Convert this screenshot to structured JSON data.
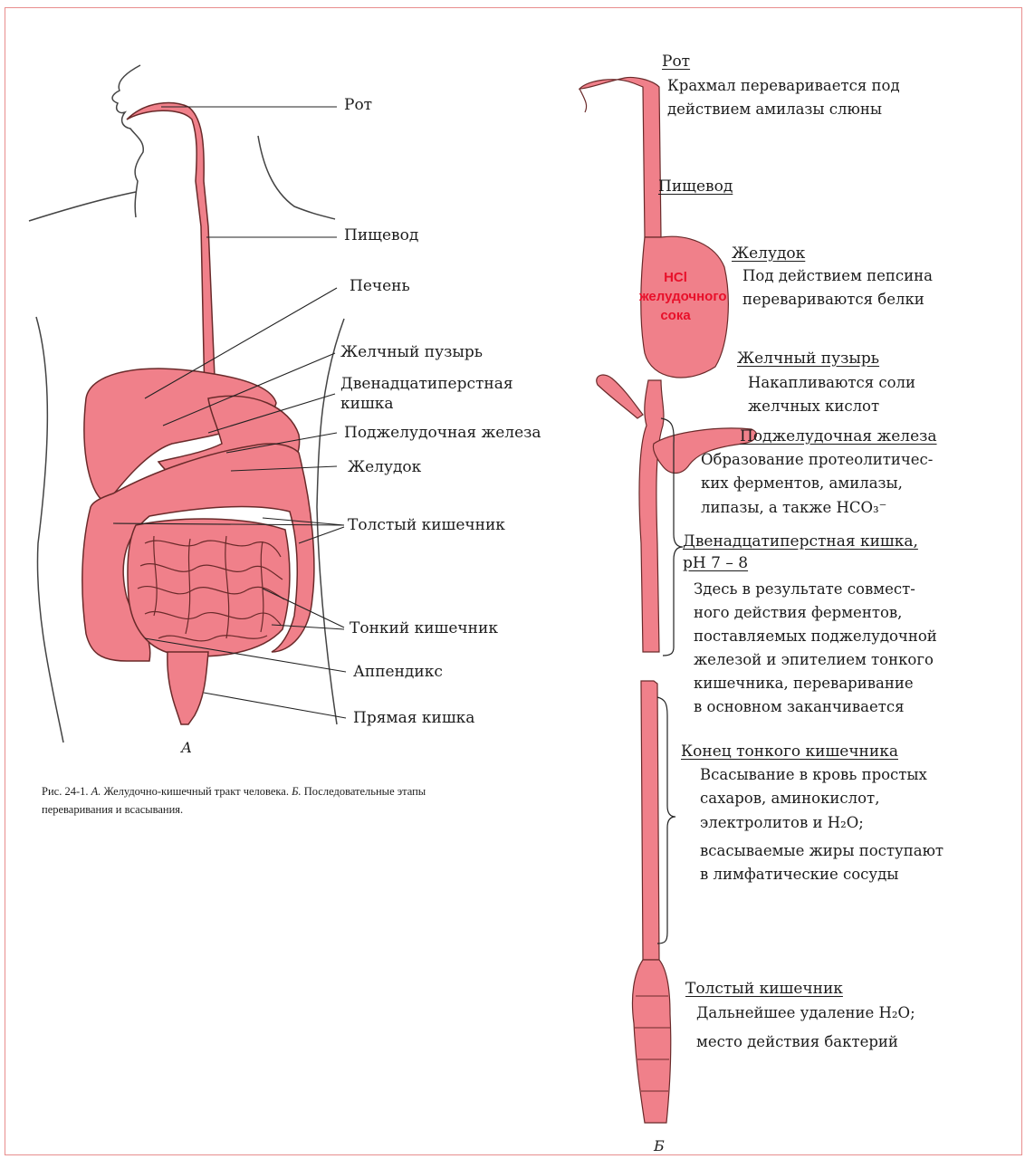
{
  "colors": {
    "organ_fill": "#f0808a",
    "organ_stroke": "#6a2a2a",
    "frame": "#e88d8d",
    "hcl": "#e8102a"
  },
  "figure_a": {
    "labels": {
      "mouth": "Рот",
      "esophagus": "Пищевод",
      "liver": "Печень",
      "gallbladder": "Желчный пузырь",
      "duodenum": "Двенадцатиперстная кишка",
      "pancreas": "Поджелудочная железа",
      "stomach": "Желудок",
      "large_intestine": "Толстый кишечник",
      "small_intestine": "Тонкий кишечник",
      "appendix": "Аппендикс",
      "rectum": "Прямая кишка"
    },
    "letter": "А"
  },
  "caption": {
    "prefix": "Рис. 24-1.",
    "a": "А.",
    "a_text": "Желудочно-кишечный тракт человека.",
    "b": "Б.",
    "b_text": "Последовательные этапы переваривания и всасывания."
  },
  "figure_b": {
    "letter": "Б",
    "hcl": "HCl желудочного сока",
    "sections": [
      {
        "title": "Рот",
        "lines": [
          "Крахмал переваривается под",
          "действием амилазы слюны"
        ]
      },
      {
        "title": "Пищевод",
        "lines": []
      },
      {
        "title": "Желудок",
        "lines": [
          "Под действием пепсина",
          "перевариваются белки"
        ]
      },
      {
        "title": "Желчный пузырь",
        "lines": [
          "Накапливаются соли",
          "желчных кислот"
        ]
      },
      {
        "title": "Поджелудочная железа",
        "lines": [
          "Образование протеолитичес-",
          "ких ферментов, амилазы,",
          "липазы, а также HCO₃⁻"
        ]
      },
      {
        "title": "Двенадцатиперстная кишка,",
        "subtitle": "pH 7 – 8",
        "lines": [
          "Здесь в результате совмест-",
          "ного действия ферментов,",
          "поставляемых поджелудочной",
          "железой и эпителием тонкого",
          "кишечника, переваривание",
          "в основном заканчивается"
        ]
      },
      {
        "title": "Конец тонкого кишечника",
        "lines": [
          "Всасывание в кровь простых",
          "сахаров, аминокислот,",
          "электролитов и H₂O;",
          "всасываемые жиры поступают",
          "в лимфатические сосуды"
        ]
      },
      {
        "title": "Толстый кишечник",
        "lines": [
          "Дальнейшее удаление H₂O;",
          "место действия бактерий"
        ]
      }
    ]
  }
}
